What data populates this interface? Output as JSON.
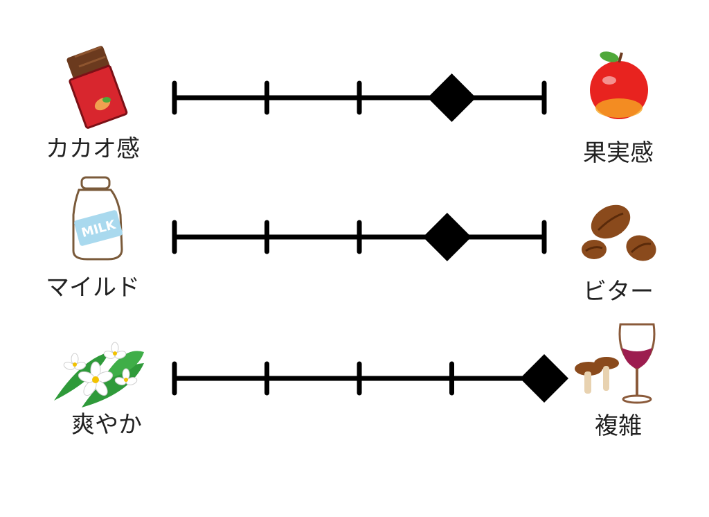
{
  "scale": {
    "min": 1,
    "max": 5,
    "ticks": [
      1,
      2,
      3,
      4,
      5
    ]
  },
  "rows": [
    {
      "left_label": "カカオ感",
      "right_label": "果実感",
      "value": 4.0,
      "left_icon": "chocolate-bar-icon",
      "right_icon": "apple-icon"
    },
    {
      "left_label": "マイルド",
      "right_label": "ビター",
      "value": 3.95,
      "left_icon": "milk-bottle-icon",
      "right_icon": "coffee-beans-icon"
    },
    {
      "left_label": "爽やか",
      "right_label": "複雑",
      "value": 5.0,
      "left_icon": "white-flowers-icon",
      "right_icon": "wine-mushroom-icon"
    }
  ],
  "icons": {
    "milk_text": "MILK"
  },
  "colors": {
    "line": "#000000",
    "marker": "#000000",
    "chocolate": "#6b3a1e",
    "wrapper": "#d8262e",
    "apple": "#e8231f",
    "milk": "#a9d9ee",
    "coffee": "#8a4a1c",
    "wine": "#9c1d4f",
    "leaf": "#2f9a3a"
  }
}
